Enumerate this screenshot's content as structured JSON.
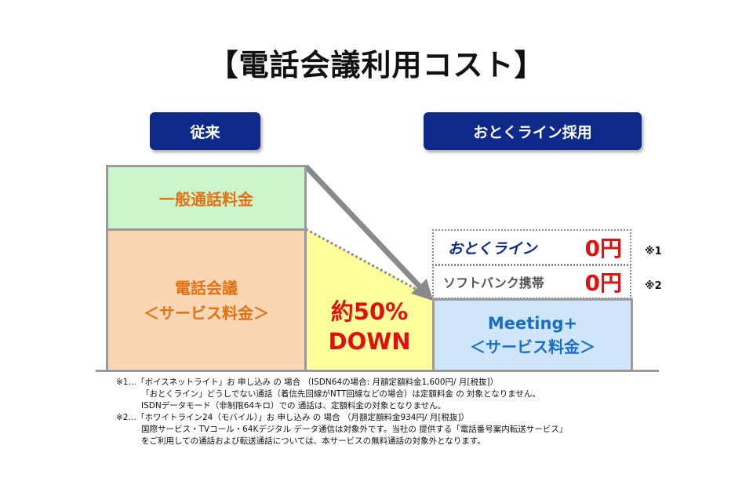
{
  "title": "【電話会議利用コスト】",
  "headers": {
    "left": "従来",
    "right": "おとくライン採用"
  },
  "left_column": {
    "top_box": "一般通話料金",
    "bottom_box_line1": "電話会議",
    "bottom_box_line2": "＜サービス料金＞"
  },
  "savings": {
    "line1": "約50%",
    "line2": "DOWN"
  },
  "right_column": {
    "otoku_label": "おとくライン",
    "otoku_price": "0円",
    "otoku_note": "※1",
    "softbank_label": "ソフトバンク携帯",
    "softbank_price": "0円",
    "softbank_note": "※2",
    "meeting_line1": "Meeting+",
    "meeting_line2": "＜サービス料金＞"
  },
  "footnotes": [
    "※1…「ボイスネットライト」お 申し込み の 場合 （ISDN64の場合: 月額定額料金1,600円/ 月[税抜]）",
    "「おとくライン」どうしでない通話（着信先回線がNTT回線などの場合）は定額料金 の 対象となりません。",
    "ISDNデータモード（非制限64キロ）での 通話は、定額料金の対象となりません。",
    "※2…「ホワイトライン24（モバイル）」お 申し込み の 場合 （月額定額料金934円/ 月[税抜]）",
    "国際サービス・TVコール・64Kデジタル データ通信は対象外です。当社の 提供する「電話番号案内転送サービス」",
    "をご利用しての通話および転送通話については、本サービスの無料通話の対象外となります。"
  ],
  "colors": {
    "navy": "#0d2a8a",
    "green_box": "#ccf5cc",
    "peach_box": "#fbd6b4",
    "yellow_area": "#fefe9a",
    "blue_box": "#cfe6fa",
    "orange_text": "#e07214",
    "red_price": "#e01010",
    "meeting_blue": "#1a6fc4"
  }
}
